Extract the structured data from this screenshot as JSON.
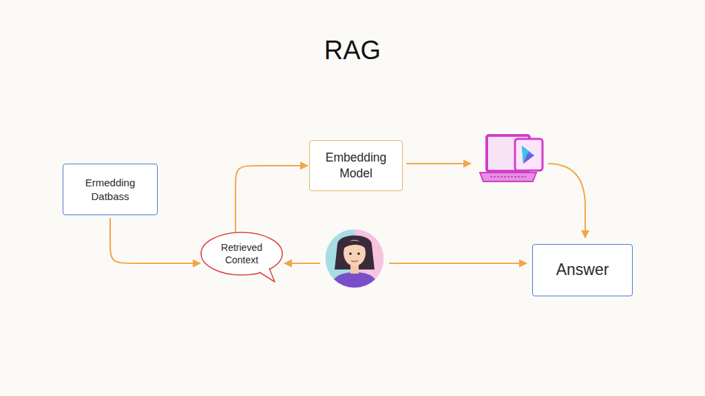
{
  "diagram": {
    "title": "RAG",
    "nodes": [
      {
        "text": [
          "Ermedding Datbass"
        ]
      },
      {
        "text": [
          "Embedding Model"
        ]
      },
      {
        "text": [
          "Retrieved Context"
        ]
      },
      {
        "text": [
          "Answer"
        ]
      }
    ],
    "edges": [
      {
        "from": 0,
        "to": 2,
        "arrow": "to"
      },
      {
        "from": 2,
        "to": 1,
        "arrow": "to"
      }
    ]
  }
}
